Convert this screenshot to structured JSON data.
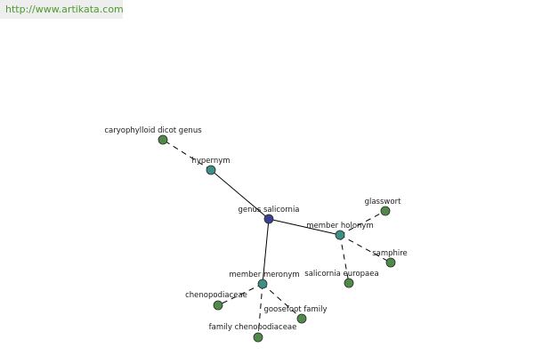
{
  "header": {
    "url": "http://www.artikata.com"
  },
  "colors": {
    "center": "#3b3f8f",
    "relation": "#3f8e86",
    "leaf": "#4f8a48"
  },
  "graph": {
    "nodes": [
      {
        "id": "genus-salicornia",
        "label": "genus salicornia",
        "kind": "center"
      },
      {
        "id": "hypernym",
        "label": "hypernym",
        "kind": "relation"
      },
      {
        "id": "member-holonym",
        "label": "member holonym",
        "kind": "relation"
      },
      {
        "id": "member-meronym",
        "label": "member meronym",
        "kind": "relation"
      },
      {
        "id": "caryophylloid-dicot-genus",
        "label": "caryophylloid dicot genus",
        "kind": "leaf"
      },
      {
        "id": "glasswort",
        "label": "glasswort",
        "kind": "leaf"
      },
      {
        "id": "samphire",
        "label": "samphire",
        "kind": "leaf"
      },
      {
        "id": "salicornia-europaea",
        "label": "salicornia europaea",
        "kind": "leaf"
      },
      {
        "id": "chenopodiaceae",
        "label": "chenopodiaceae",
        "kind": "leaf"
      },
      {
        "id": "goosefoot-family",
        "label": "goosefoot family",
        "kind": "leaf"
      },
      {
        "id": "family-chenopodiaceae",
        "label": "family chenopodiaceae",
        "kind": "leaf"
      }
    ],
    "edges": [
      {
        "from": "genus-salicornia",
        "to": "hypernym",
        "style": "solid"
      },
      {
        "from": "genus-salicornia",
        "to": "member-holonym",
        "style": "solid"
      },
      {
        "from": "genus-salicornia",
        "to": "member-meronym",
        "style": "solid"
      },
      {
        "from": "hypernym",
        "to": "caryophylloid-dicot-genus",
        "style": "dashed"
      },
      {
        "from": "member-holonym",
        "to": "glasswort",
        "style": "dashed"
      },
      {
        "from": "member-holonym",
        "to": "samphire",
        "style": "dashed"
      },
      {
        "from": "member-holonym",
        "to": "salicornia-europaea",
        "style": "dashed"
      },
      {
        "from": "member-meronym",
        "to": "chenopodiaceae",
        "style": "dashed"
      },
      {
        "from": "member-meronym",
        "to": "goosefoot-family",
        "style": "dashed"
      },
      {
        "from": "member-meronym",
        "to": "family-chenopodiaceae",
        "style": "dashed"
      }
    ]
  }
}
